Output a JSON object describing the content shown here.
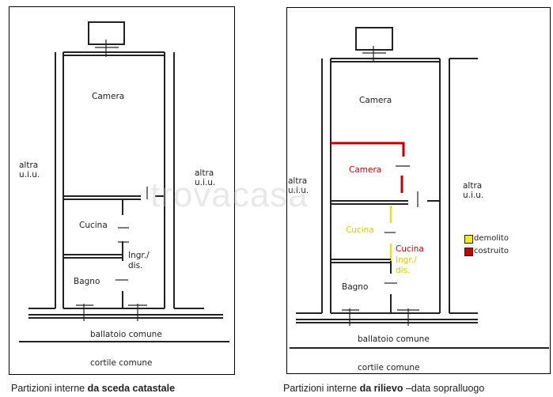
{
  "left_plan": {
    "rooms": {
      "camera": "Camera",
      "cucina": "Cucina",
      "ingresso_line1": "Ingr./",
      "ingresso_line2": "dis.",
      "bagno": "Bagno"
    },
    "neighbors": {
      "left_line1": "altra",
      "left_line2": "u.i.u.",
      "right_line1": "altra",
      "right_line2": "u.i.u."
    },
    "ballatoio": "ballatoio comune",
    "cortile": "cortile comune",
    "caption_prefix": "Partizioni interne ",
    "caption_bold": "da sceda catastale"
  },
  "right_plan": {
    "rooms": {
      "camera_top": "Camera",
      "camera_new": "Camera",
      "cucina_old": "Cucina",
      "cucina_new": "Cucina",
      "ingresso_line1": "Ingr./",
      "ingresso_line2": "dis.",
      "bagno": "Bagno"
    },
    "neighbors": {
      "left_line1": "altra",
      "left_line2": "u.i.u.",
      "right_line1": "altra",
      "right_line2": "u.i.u."
    },
    "legend": [
      {
        "label": "demolito",
        "color": "#f2ea2e"
      },
      {
        "label": "costruito",
        "color": "#c00000"
      }
    ],
    "ballatoio": "ballatoio comune",
    "cortile": "cortile comune",
    "caption_prefix": "Partizioni interne ",
    "caption_bold": "da rilievo",
    "caption_suffix": " –data sopralluogo"
  },
  "colors": {
    "demolished": "#e8de2a",
    "built": "#c00000",
    "wall": "#222222"
  },
  "watermark": "trovacasa"
}
